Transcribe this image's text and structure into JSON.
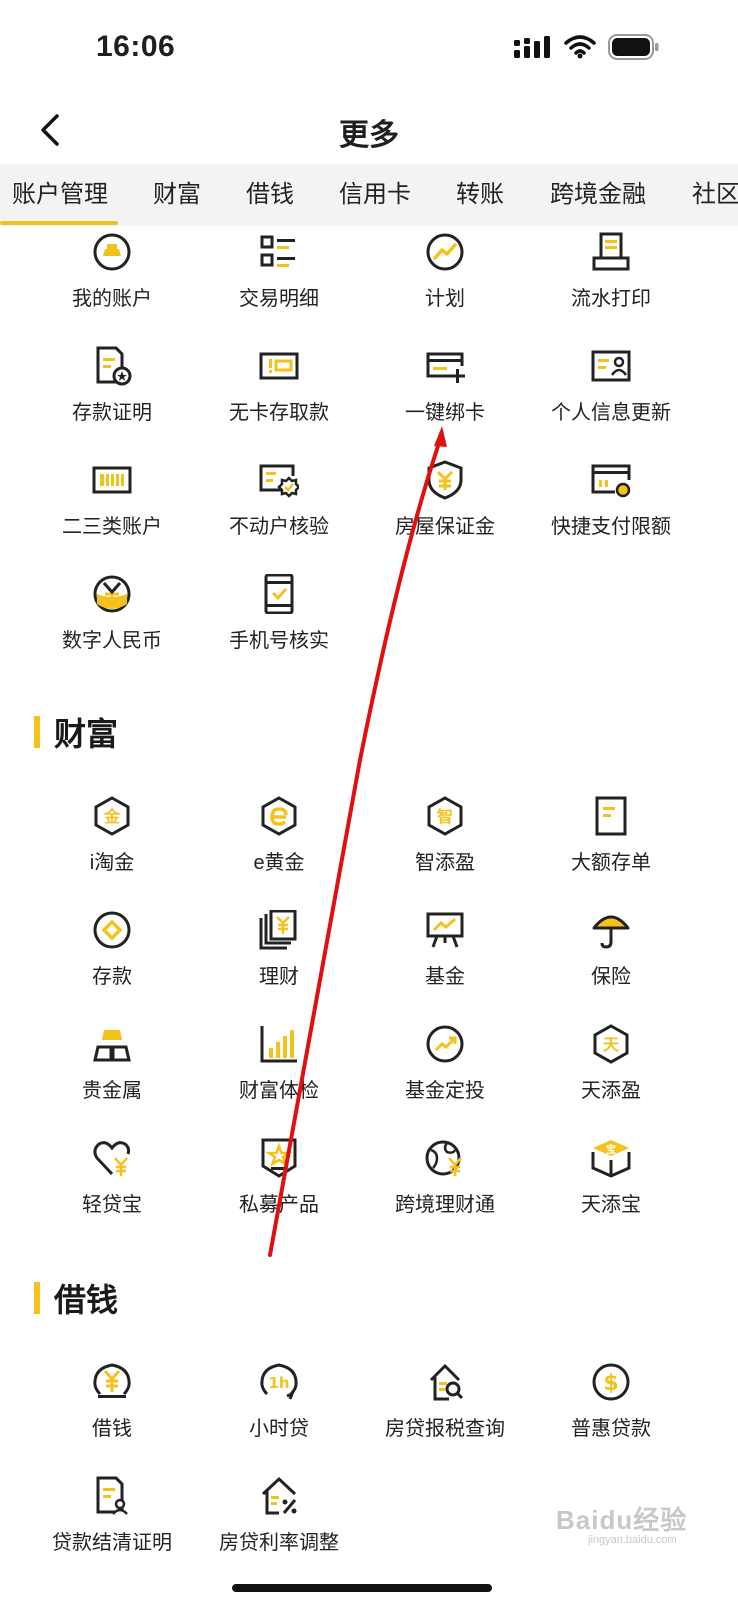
{
  "status": {
    "time": "16:06"
  },
  "nav": {
    "title": "更多"
  },
  "tabs": [
    "账户管理",
    "财富",
    "借钱",
    "信用卡",
    "转账",
    "跨境金融",
    "社区"
  ],
  "accent_color": "#f4c21b",
  "account": {
    "items": [
      {
        "label": "我的账户",
        "icon": "gold-ingot-icon"
      },
      {
        "label": "交易明细",
        "icon": "list-detail-icon"
      },
      {
        "label": "计划",
        "icon": "trend-circle-icon"
      },
      {
        "label": "流水打印",
        "icon": "printer-icon"
      },
      {
        "label": "存款证明",
        "icon": "certificate-icon"
      },
      {
        "label": "无卡存取款",
        "icon": "cardless-icon"
      },
      {
        "label": "一键绑卡",
        "icon": "bind-card-icon"
      },
      {
        "label": "个人信息更新",
        "icon": "id-card-icon"
      },
      {
        "label": "二三类账户",
        "icon": "account-card-icon"
      },
      {
        "label": "不动户核验",
        "icon": "dormant-check-icon"
      },
      {
        "label": "房屋保证金",
        "icon": "shield-yuan-icon"
      },
      {
        "label": "快捷支付限额",
        "icon": "payment-limit-icon"
      },
      {
        "label": "数字人民币",
        "icon": "digital-rmb-icon"
      },
      {
        "label": "手机号核实",
        "icon": "phone-check-icon"
      }
    ]
  },
  "wealth": {
    "title": "财富",
    "items": [
      {
        "label": "i淘金",
        "icon": "gold-hexagon-icon",
        "glyph": "金"
      },
      {
        "label": "e黄金",
        "icon": "e-gold-icon",
        "glyph": "e"
      },
      {
        "label": "智添盈",
        "icon": "zhi-hexagon-icon",
        "glyph": "智"
      },
      {
        "label": "大额存单",
        "icon": "deposit-doc-icon"
      },
      {
        "label": "存款",
        "icon": "deposit-circle-icon"
      },
      {
        "label": "理财",
        "icon": "finance-docs-icon",
        "glyph": "¥"
      },
      {
        "label": "基金",
        "icon": "fund-board-icon"
      },
      {
        "label": "保险",
        "icon": "umbrella-icon"
      },
      {
        "label": "贵金属",
        "icon": "gold-bars-icon"
      },
      {
        "label": "财富体检",
        "icon": "bar-chart-icon"
      },
      {
        "label": "基金定投",
        "icon": "trend-circle-icon"
      },
      {
        "label": "天添盈",
        "icon": "tian-hexagon-icon",
        "glyph": "天"
      },
      {
        "label": "轻贷宝",
        "icon": "heart-yuan-icon"
      },
      {
        "label": "私募产品",
        "icon": "star-badge-icon"
      },
      {
        "label": "跨境理财通",
        "icon": "globe-yuan-icon"
      },
      {
        "label": "天添宝",
        "icon": "treasure-box-icon",
        "glyph": "宝"
      }
    ]
  },
  "loan": {
    "title": "借钱",
    "items": [
      {
        "label": "借钱",
        "icon": "yuan-circle-icon",
        "glyph": "¥"
      },
      {
        "label": "小时贷",
        "icon": "hour-loan-icon",
        "glyph": "1h"
      },
      {
        "label": "房贷报税查询",
        "icon": "house-search-icon"
      },
      {
        "label": "普惠贷款",
        "icon": "dollar-circle-icon",
        "glyph": "$"
      },
      {
        "label": "贷款结清证明",
        "icon": "loan-certificate-icon"
      },
      {
        "label": "房贷利率调整",
        "icon": "house-percent-icon"
      }
    ]
  },
  "watermark": {
    "text": "Baidu经验",
    "sub": "jingyan.baidu.com"
  }
}
